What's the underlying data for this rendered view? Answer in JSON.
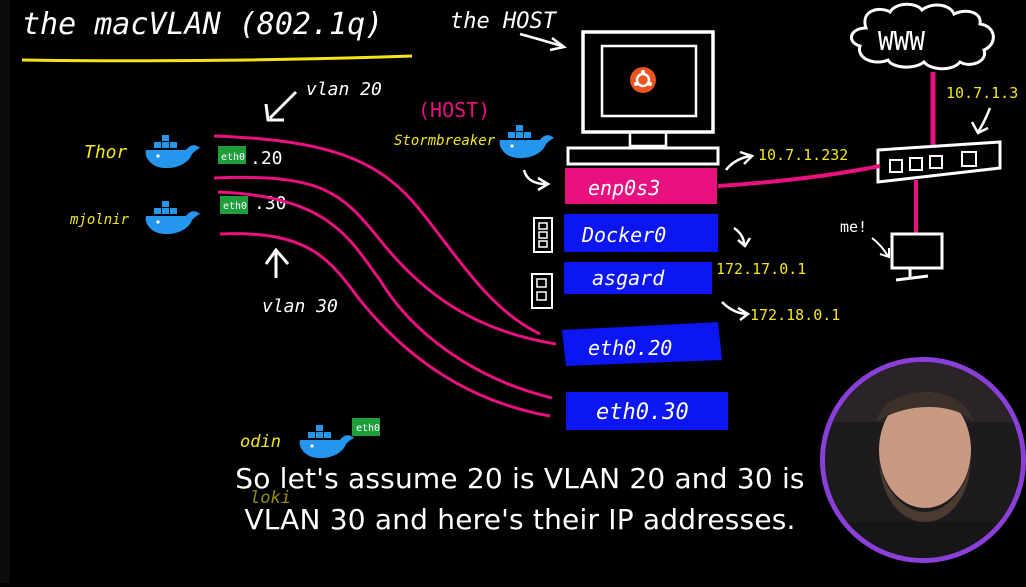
{
  "title": "the macVLAN (802.1q)",
  "host_label": "the HOST",
  "internet_label": "WWW",
  "vlan20_label": "vlan 20",
  "vlan30_label": "vlan 30",
  "host_tag": "(HOST)",
  "host_container_name": "Stormbreaker",
  "containers": [
    {
      "name": "Thor",
      "iface": "eth0",
      "suffix": ".20"
    },
    {
      "name": "mjolnir",
      "iface": "eth0",
      "suffix": ".30"
    },
    {
      "name": "odin",
      "iface": "eth0"
    },
    {
      "name": "loki"
    }
  ],
  "interfaces": [
    {
      "label": "enp0s3",
      "color": "#e8117f",
      "ip": "10.7.1.232"
    },
    {
      "label": "Docker0",
      "color": "#0b16f2",
      "ip": "172.17.0.1"
    },
    {
      "label": "asgard",
      "color": "#0b16f2",
      "ip": "172.18.0.1"
    },
    {
      "label": "eth0.20",
      "color": "#0b16f2"
    },
    {
      "label": "eth0.30",
      "color": "#0b16f2"
    }
  ],
  "router_ip": "10.7.1.3",
  "me_label": "me!",
  "caption": [
    "So let's assume 20 is VLAN 20 and 30 is",
    "VLAN 30 and here's their IP addresses."
  ],
  "colors": {
    "pink": "#e8117f",
    "blue": "#0b16f2",
    "yellow": "#f2e619",
    "green": "#1f9e3c",
    "docker": "#2496ed",
    "ubuntu": "#e95420",
    "webcam_ring": "#8b3fd9"
  }
}
